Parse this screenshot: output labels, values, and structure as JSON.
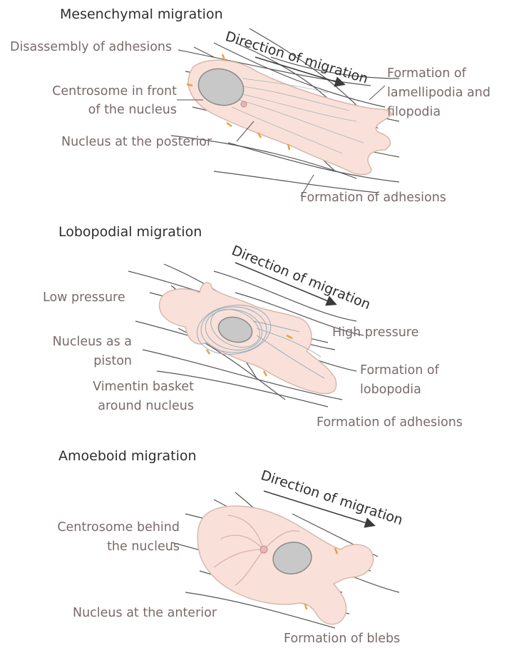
{
  "panels": {
    "mesenchymal": {
      "title": "Mesenchymal migration",
      "direction": "Direction of migration",
      "labels": {
        "disassembly": "Disassembly of adhesions",
        "centrosome_1": "Centrosome in front",
        "centrosome_2": "of the nucleus",
        "nucleus": "Nucleus at the posterior",
        "lamellipodia_1": "Formation of",
        "lamellipodia_2": "lamellipodia and",
        "lamellipodia_3": "filopodia",
        "adhesions": "Formation of adhesions"
      }
    },
    "lobopodial": {
      "title": "Lobopodial migration",
      "direction": "Direction of migration",
      "labels": {
        "low_pressure": "Low pressure",
        "nucleus_1": "Nucleus as a",
        "nucleus_2": "piston",
        "vimentin_1": "Vimentin basket",
        "vimentin_2": "around nucleus",
        "high_pressure": "High pressure",
        "lobopodia_1": "Formation of",
        "lobopodia_2": "lobopodia",
        "adhesions": "Formation of adhesions"
      }
    },
    "amoeboid": {
      "title": "Amoeboid migration",
      "direction": "Direction of migration",
      "labels": {
        "centrosome_1": "Centrosome behind",
        "centrosome_2": "the nucleus",
        "nucleus": "Nucleus at the anterior",
        "blebs": "Formation of blebs"
      }
    }
  },
  "colors": {
    "cell_fill": "#f9e1d9",
    "cell_outline": "#d8b7ab",
    "nucleus": "#c8c8c8",
    "fibers": "#4a4a4a",
    "adhesion": "#e8a23c",
    "vimentin": "#8fa8b8",
    "label_text": "#7a6a6a",
    "title_text": "#2e2e2e"
  }
}
